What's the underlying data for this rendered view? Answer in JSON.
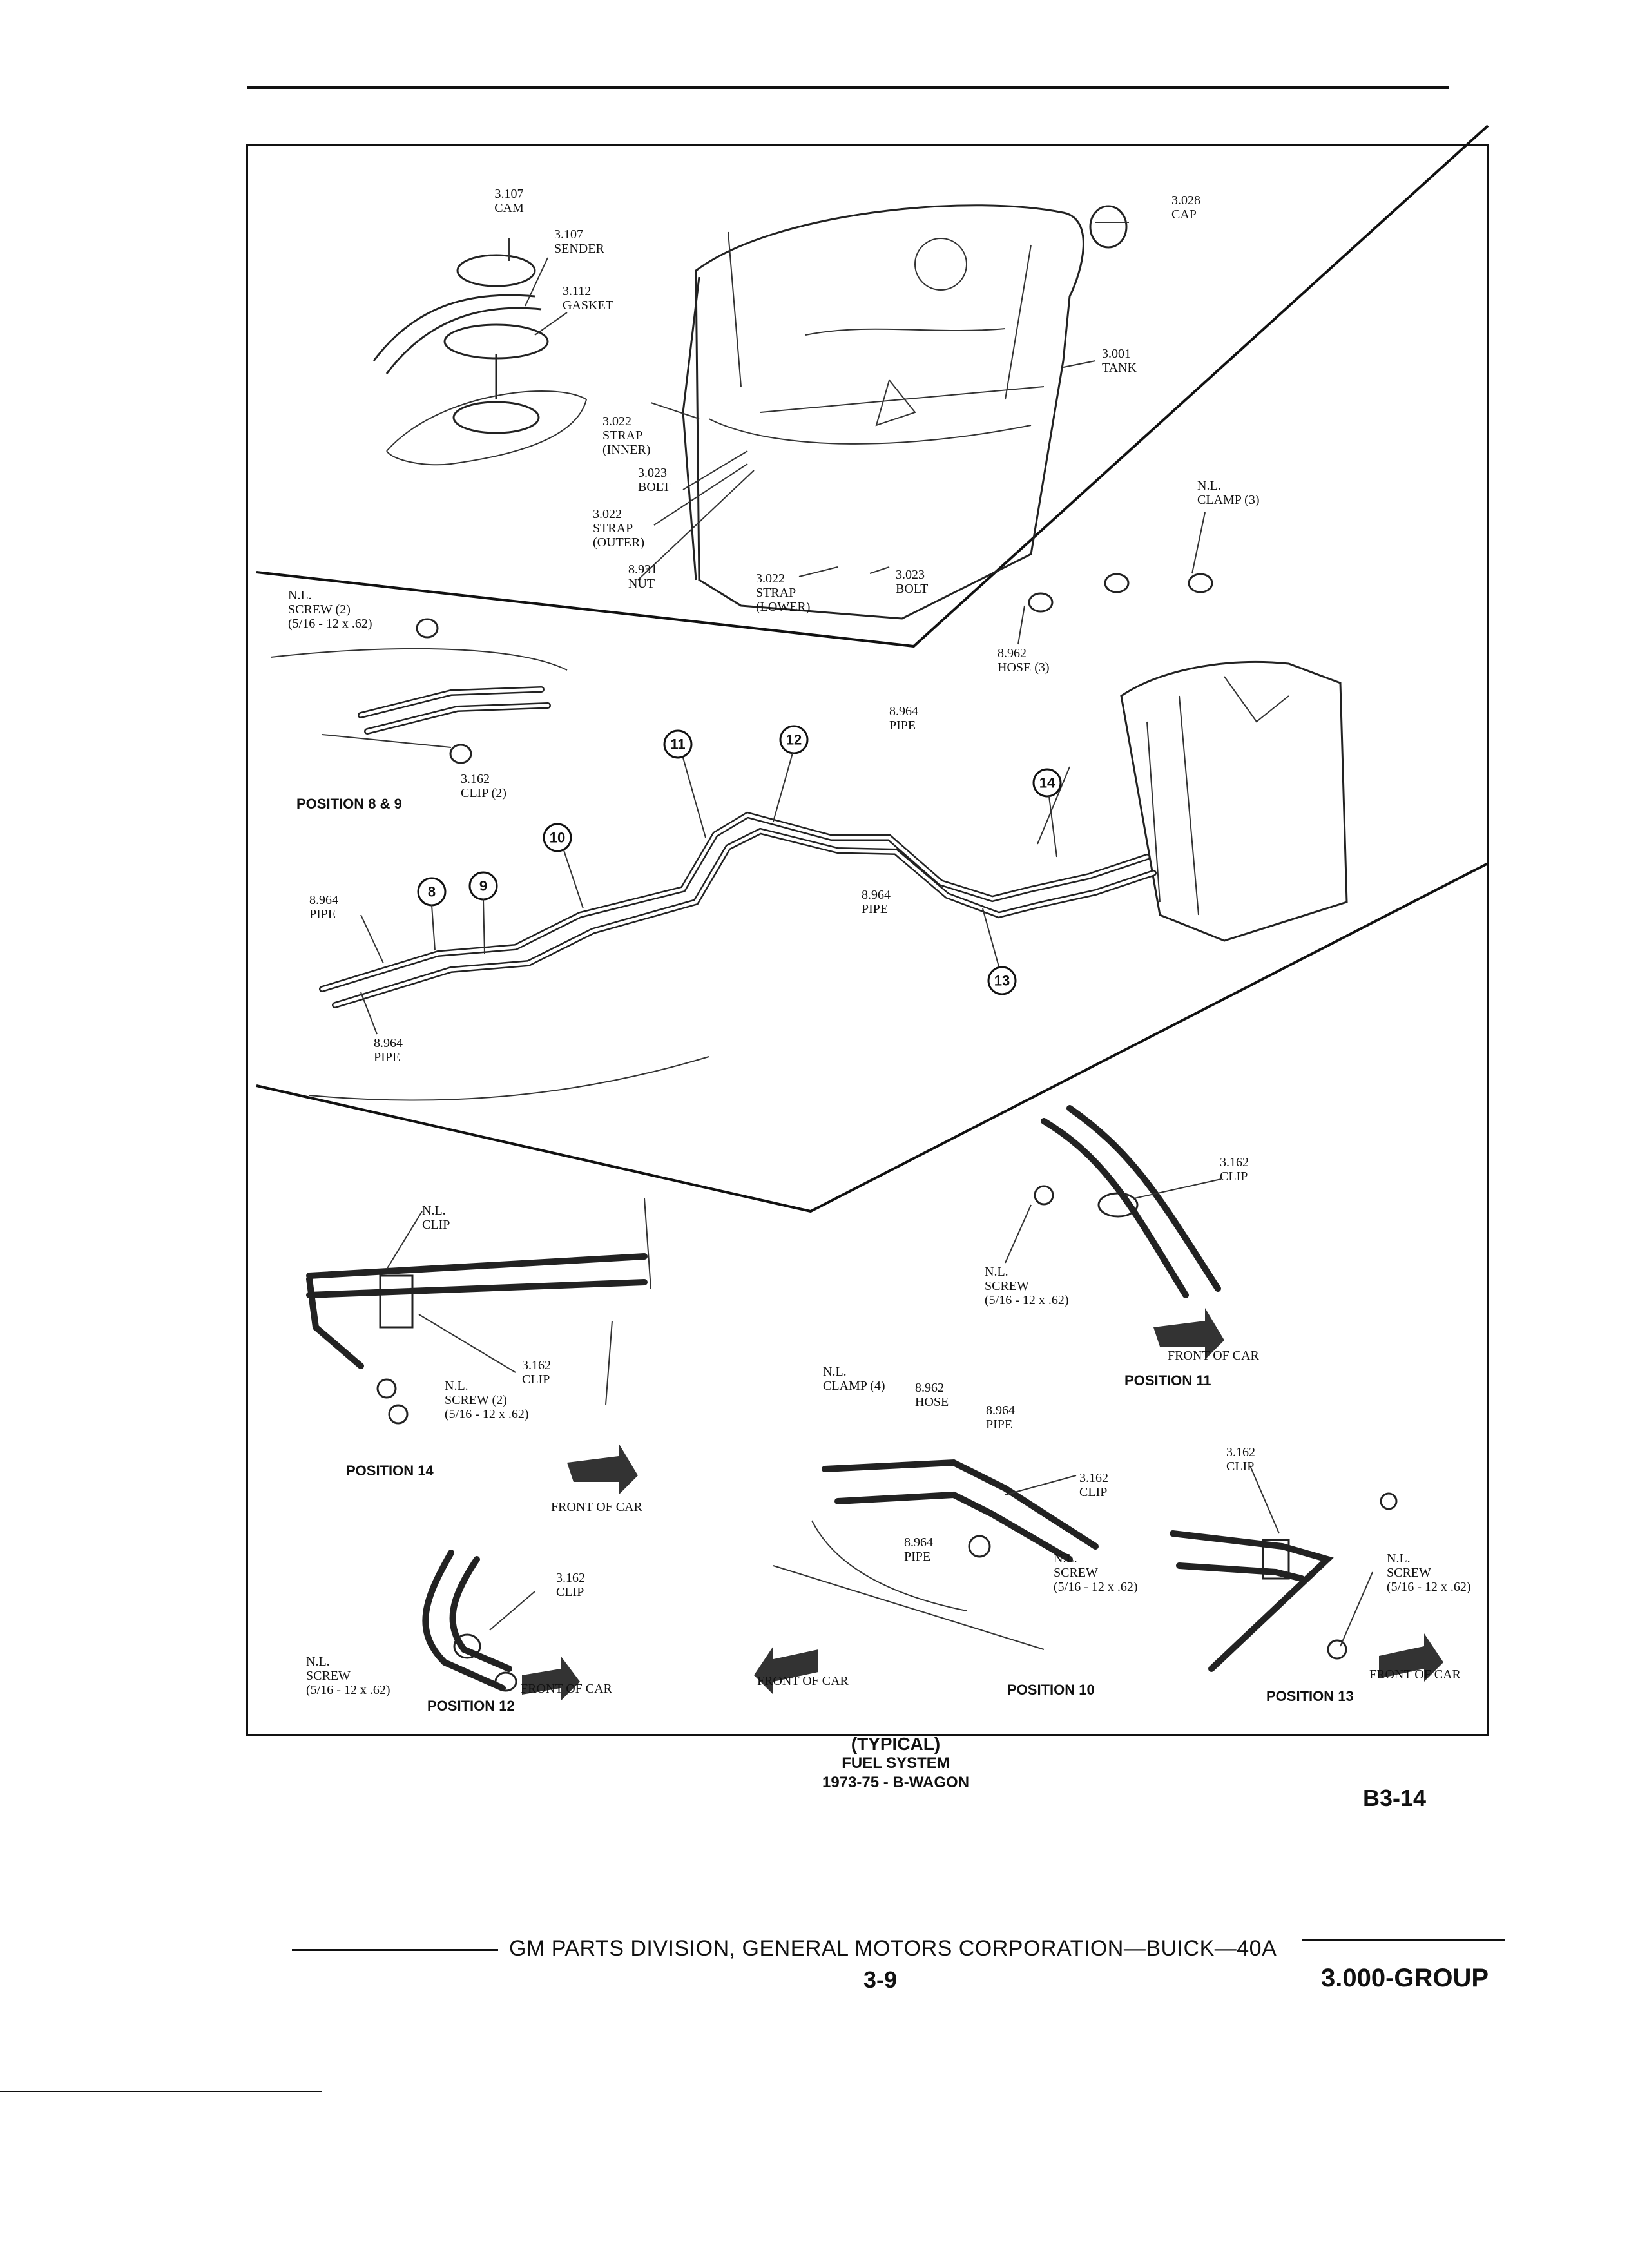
{
  "labels": {
    "cam": [
      "3.107",
      "CAM"
    ],
    "sender": [
      "3.107",
      "SENDER"
    ],
    "gasket": [
      "3.112",
      "GASKET"
    ],
    "cap": [
      "3.028",
      "CAP"
    ],
    "tank": [
      "3.001",
      "TANK"
    ],
    "strap_inner": [
      "3.022",
      "STRAP",
      "(INNER)"
    ],
    "bolt_1": [
      "3.023",
      "BOLT"
    ],
    "strap_outer": [
      "3.022",
      "STRAP",
      "(OUTER)"
    ],
    "nut": [
      "8.931",
      "NUT"
    ],
    "strap_lower": [
      "3.022",
      "STRAP",
      "(LOWER)"
    ],
    "bolt_2": [
      "3.023",
      "BOLT"
    ],
    "clamp_3": [
      "N.L.",
      "CLAMP (3)"
    ],
    "hose_3": [
      "8.962",
      "HOSE (3)"
    ],
    "screw_pos8": [
      "N.L.",
      "SCREW (2)",
      "(5/16 - 12 x .62)"
    ],
    "clip_pos8": [
      "3.162",
      "CLIP (2)"
    ],
    "position_8_9": "POSITION 8 & 9",
    "pipe_top": [
      "8.964",
      "PIPE"
    ],
    "pipe_left_upper": [
      "8.964",
      "PIPE"
    ],
    "pipe_left_lower": [
      "8.964",
      "PIPE"
    ],
    "pipe_mid": [
      "8.964",
      "PIPE"
    ],
    "pos14_clip_nl": [
      "N.L.",
      "CLIP"
    ],
    "pos14_clip": [
      "3.162",
      "CLIP"
    ],
    "pos14_screw": [
      "N.L.",
      "SCREW (2)",
      "(5/16 - 12 x .62)"
    ],
    "position_14": "POSITION 14",
    "pos11_clip": [
      "3.162",
      "CLIP"
    ],
    "pos11_screw": [
      "N.L.",
      "SCREW",
      "(5/16 - 12 x .62)"
    ],
    "position_11": "POSITION 11",
    "pos10_clamp": [
      "N.L.",
      "CLAMP (4)"
    ],
    "pos10_hose": [
      "8.962",
      "HOSE"
    ],
    "pos10_pipe": [
      "8.964",
      "PIPE"
    ],
    "pos10_clip": [
      "3.162",
      "CLIP"
    ],
    "pos10_pipe2": [
      "8.964",
      "PIPE"
    ],
    "pos10_screw": [
      "N.L.",
      "SCREW",
      "(5/16 - 12 x .62)"
    ],
    "position_10": "POSITION 10",
    "pos13_clip": [
      "3.162",
      "CLIP"
    ],
    "pos13_screw": [
      "N.L.",
      "SCREW",
      "(5/16 - 12 x .62)"
    ],
    "position_13": "POSITION 13",
    "pos12_clip": [
      "3.162",
      "CLIP"
    ],
    "pos12_screw": [
      "N.L.",
      "SCREW",
      "(5/16 - 12 x .62)"
    ],
    "position_12": "POSITION 12",
    "front_of_car": "FRONT OF CAR"
  },
  "callouts": [
    "8",
    "9",
    "10",
    "11",
    "12",
    "13",
    "14"
  ],
  "caption": {
    "line1": "(TYPICAL)",
    "line2": "FUEL SYSTEM",
    "line3": "1973-75 - B-WAGON"
  },
  "page_id": "B3-14",
  "footer": {
    "text": "GM PARTS DIVISION, GENERAL MOTORS CORPORATION—BUICK—40A",
    "page": "3-9",
    "group": "3.000-GROUP"
  }
}
